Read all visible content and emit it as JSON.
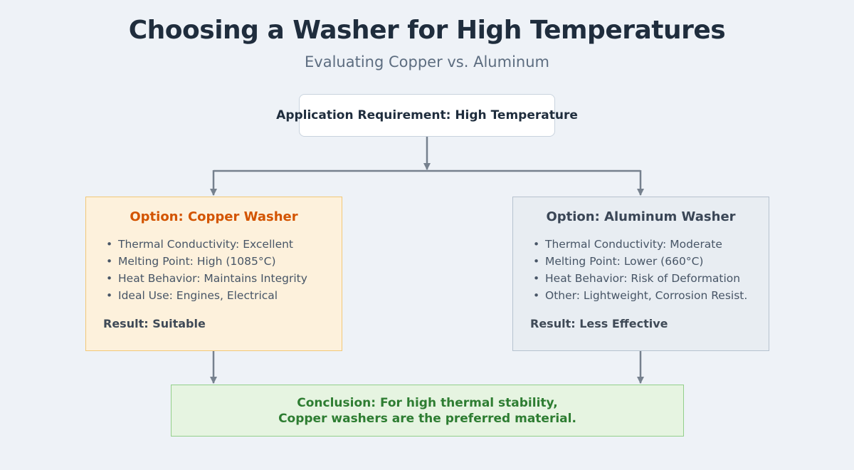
{
  "header": {
    "title": "Choosing a Washer for High Temperatures",
    "subtitle": "Evaluating Copper vs. Aluminum"
  },
  "requirement": {
    "label": "Application Requirement: High Temperature"
  },
  "options": [
    {
      "heading": "Option: Copper Washer",
      "properties": [
        "Thermal Conductivity: Excellent",
        "Melting Point: High (1085°C)",
        "Heat Behavior: Maintains Integrity",
        "Ideal Use: Engines, Electrical"
      ],
      "result": "Result: Suitable"
    },
    {
      "heading": "Option: Aluminum Washer",
      "properties": [
        "Thermal Conductivity: Moderate",
        "Melting Point: Lower (660°C)",
        "Heat Behavior: Risk of Deformation",
        "Other: Lightweight, Corrosion Resist."
      ],
      "result": "Result: Less Effective"
    }
  ],
  "conclusion": {
    "line1": "Conclusion: For high thermal stability,",
    "line2": "Copper washers are the preferred material."
  },
  "bullet_glyph": "•",
  "colors": {
    "background": "#eef2f7",
    "connector": "#76818e",
    "copper_fill": "#fdf1dc",
    "copper_border": "#f2c878",
    "copper_heading": "#d35400",
    "aluminum_fill": "#e8edf2",
    "aluminum_border": "#b6c2cf",
    "conclusion_fill": "#e6f4e1",
    "conclusion_border": "#93cf8b",
    "conclusion_text": "#2e7d32"
  }
}
